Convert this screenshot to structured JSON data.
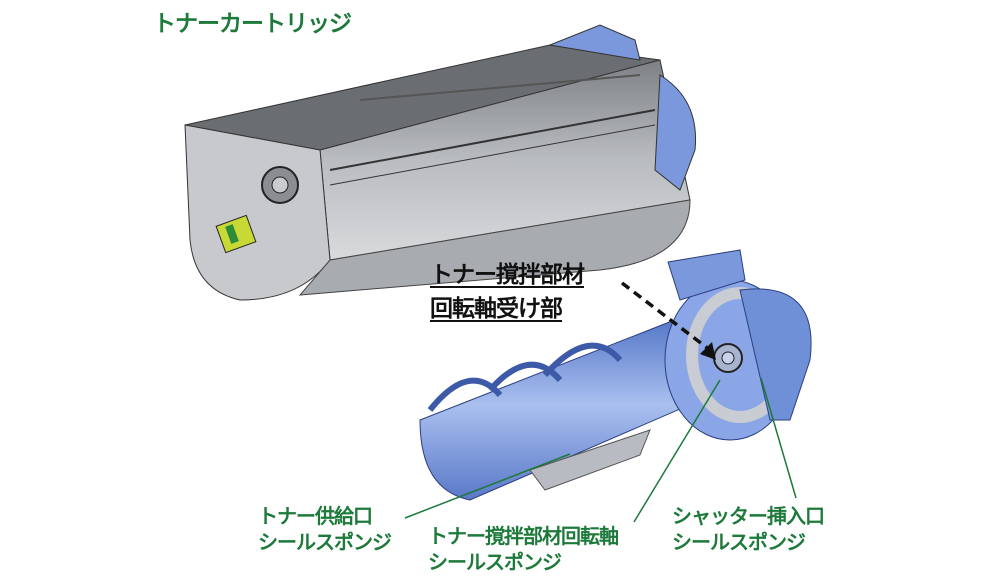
{
  "title": "トナーカートリッジ",
  "callout": {
    "line1": "トナー撹拌部材",
    "line2": "回転軸受け部"
  },
  "labels": [
    {
      "line1": "トナー供給口",
      "line2": "シールスポンジ"
    },
    {
      "line1": "トナー撹拌部材回転軸",
      "line2": "シールスポンジ"
    },
    {
      "line1": "シャッター挿入口",
      "line2": "シールスポンジ"
    }
  ],
  "colors": {
    "label": "#1d7a3a",
    "cartridge": "#9a9ea3",
    "agitator": "#6f8fd6"
  }
}
